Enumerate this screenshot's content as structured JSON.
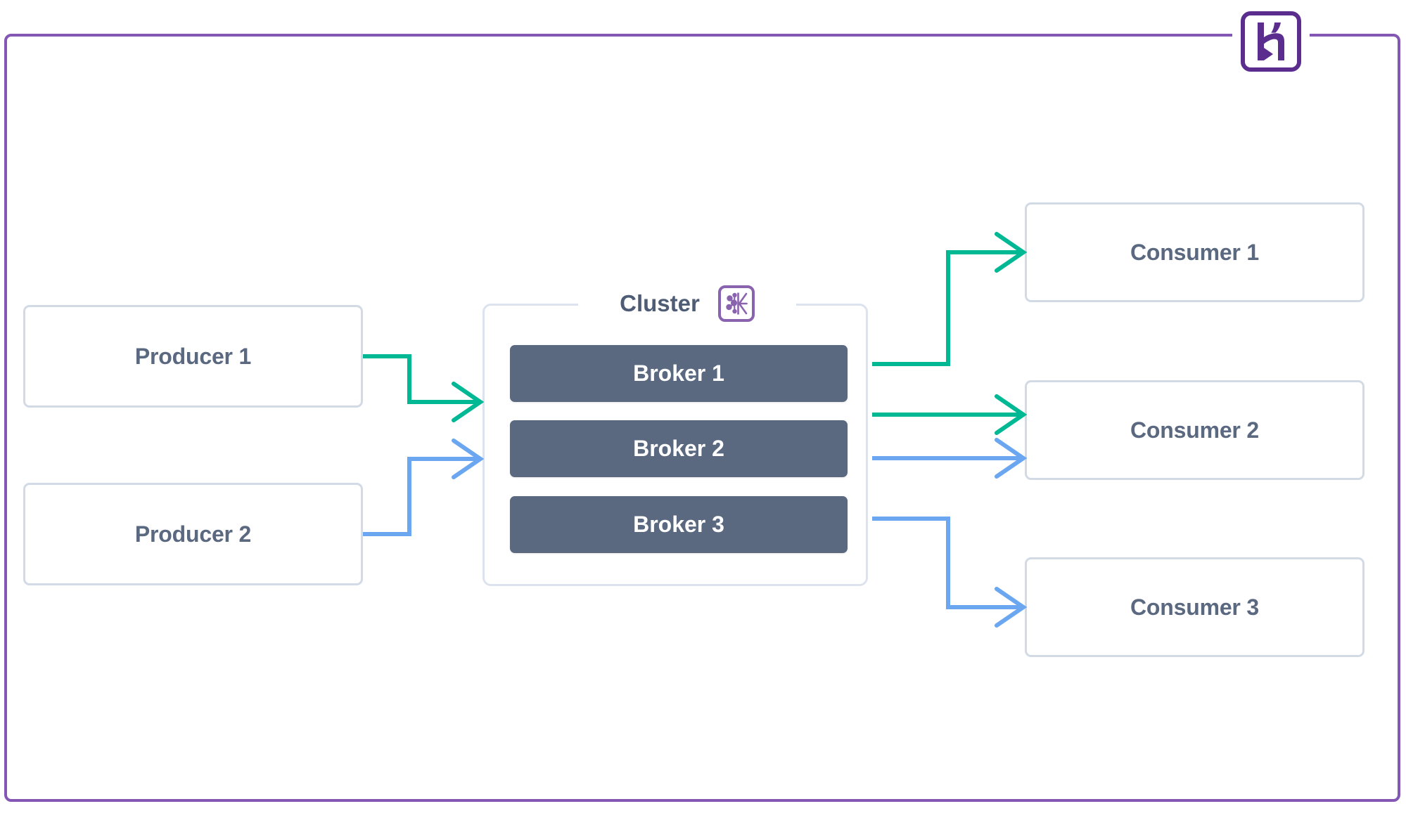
{
  "diagram": {
    "title": "Kafka cluster producer consumer topology",
    "frame": {
      "color": "#8457B5"
    },
    "brand": {
      "logo_name": "heroku-logo",
      "logo_color": "#5B2D8E"
    },
    "cluster": {
      "label": "Cluster",
      "icon_name": "apache-kafka-icon",
      "icon_color": "#8A63AE",
      "border_color": "#DCE3EE",
      "brokers": [
        {
          "label": "Broker 1"
        },
        {
          "label": "Broker 2"
        },
        {
          "label": "Broker 3"
        }
      ],
      "broker_fill": "#5A6880",
      "broker_text_color": "#FFFFFF"
    },
    "producers": [
      {
        "label": "Producer 1"
      },
      {
        "label": "Producer 2"
      }
    ],
    "consumers": [
      {
        "label": "Consumer 1"
      },
      {
        "label": "Consumer 2"
      },
      {
        "label": "Consumer 3"
      }
    ],
    "node_style": {
      "border_color": "#D2DAE6",
      "text_color": "#5A6880",
      "fill": "#FFFFFF"
    },
    "connections": [
      {
        "from": "Producer 1",
        "to": "Cluster",
        "color": "#00B894",
        "name": "producer-1-to-cluster"
      },
      {
        "from": "Producer 2",
        "to": "Cluster",
        "color": "#6BA6F0",
        "name": "producer-2-to-cluster"
      },
      {
        "from": "Broker 1",
        "to": "Consumer 1",
        "color": "#00B894",
        "name": "cluster-to-consumer-1"
      },
      {
        "from": "Broker 2",
        "to": "Consumer 2",
        "color": "#00B894",
        "name": "cluster-to-consumer-2-green"
      },
      {
        "from": "Broker 2",
        "to": "Consumer 2",
        "color": "#6BA6F0",
        "name": "cluster-to-consumer-2-blue"
      },
      {
        "from": "Broker 3",
        "to": "Consumer 3",
        "color": "#6BA6F0",
        "name": "cluster-to-consumer-3"
      }
    ],
    "colors": {
      "green": "#00B894",
      "blue": "#6BA6F0",
      "slate": "#5A6880",
      "purple": "#8457B5"
    }
  }
}
